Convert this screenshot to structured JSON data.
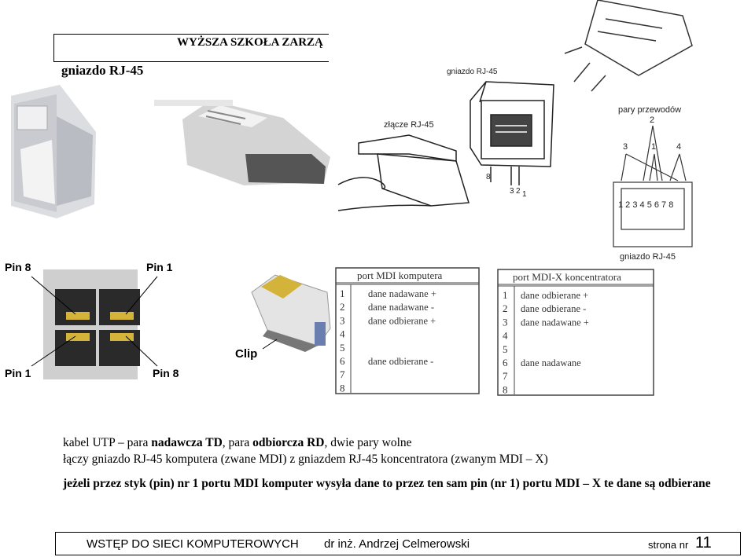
{
  "header": {
    "institution": "WYŻSZA SZKOŁA ZARZĄ"
  },
  "slide": {
    "title": "gniazdo RJ-45"
  },
  "figures": {
    "socket_label_top": "gniazdo RJ-45",
    "connector_label": "złącze RJ-45",
    "pairs_label": "pary przewodów",
    "socket_label_bottom": "gniazdo RJ-45",
    "pin8_top": "Pin 8",
    "pin1_top": "Pin 1",
    "pin1_bottom": "Pin 1",
    "pin8_bottom": "Pin 8",
    "clip_label": "Clip",
    "pin_numbers": "1 2 3 4 5 6 7 8",
    "pair_numbers": [
      "3",
      "1",
      "4",
      "2"
    ],
    "connector_pins": [
      "8",
      "3",
      "2",
      "1"
    ]
  },
  "table_mdi": {
    "title": "port MDI komputera",
    "rows": [
      {
        "n": "1",
        "signal": "dane nadawane +"
      },
      {
        "n": "2",
        "signal": "dane nadawane -"
      },
      {
        "n": "3",
        "signal": "dane odbierane +"
      },
      {
        "n": "4",
        "signal": ""
      },
      {
        "n": "5",
        "signal": ""
      },
      {
        "n": "6",
        "signal": "dane odbierane -"
      },
      {
        "n": "7",
        "signal": ""
      },
      {
        "n": "8",
        "signal": ""
      }
    ]
  },
  "table_mdix": {
    "title": "port MDI-X koncentratora",
    "rows": [
      {
        "n": "1",
        "signal": "dane odbierane +"
      },
      {
        "n": "2",
        "signal": "dane odbierane -"
      },
      {
        "n": "3",
        "signal": "dane nadawane +"
      },
      {
        "n": "4",
        "signal": ""
      },
      {
        "n": "5",
        "signal": ""
      },
      {
        "n": "6",
        "signal": "dane nadawane"
      },
      {
        "n": "7",
        "signal": ""
      },
      {
        "n": "8",
        "signal": ""
      }
    ]
  },
  "notes": {
    "line1_a": "kabel UTP – para ",
    "line1_b": "nadawcza TD",
    "line1_c": ", para ",
    "line1_d": "odbiorcza RD",
    "line1_e": ", dwie pary wolne",
    "line2": "łączy gniazdo RJ-45 komputera (zwane MDI) z gniazdem RJ-45 koncentratora (zwanym MDI – X)",
    "line3": "jeżeli przez styk (pin) nr 1 portu MDI komputer wysyła dane to przez ten sam pin (nr 1) portu MDI – X te dane są odbierane"
  },
  "footer": {
    "course": "WSTĘP DO SIECI KOMPUTEROWYCH",
    "author": "dr inż. Andrzej Celmerowski",
    "page_label": "strona nr",
    "page_number": "11"
  }
}
